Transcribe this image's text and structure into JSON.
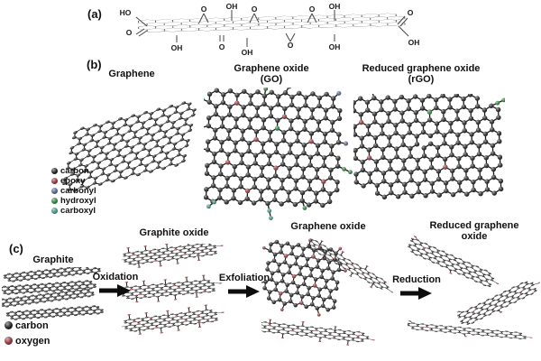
{
  "figure": {
    "background": "#ffffff",
    "panel_a": {
      "label": "(a)",
      "groups": {
        "left": [
          "HO",
          "O"
        ],
        "top": [
          "O",
          "OH",
          "O",
          "O",
          "OH"
        ],
        "bottom": [
          "OH",
          "O",
          "OH",
          "O",
          "OH"
        ],
        "right": [
          "O",
          "OH"
        ]
      }
    },
    "panel_b": {
      "label": "(b)",
      "columns": [
        {
          "title": "Graphene",
          "subtitle": ""
        },
        {
          "title": "Graphene oxide",
          "subtitle": "(GO)"
        },
        {
          "title": "Reduced graphene oxide",
          "subtitle": "(rGO)"
        }
      ],
      "legend": [
        {
          "label": "carbon",
          "color": "#1f1f1f"
        },
        {
          "label": "epoxy",
          "color": "#8e3338"
        },
        {
          "label": "carbonyl",
          "color": "#50608f"
        },
        {
          "label": "hydroxyl",
          "color": "#2e7d3a"
        },
        {
          "label": "carboxyl",
          "color": "#3d8f78"
        }
      ]
    },
    "panel_c": {
      "label": "(c)",
      "stages": [
        {
          "title": "Graphite",
          "title2": ""
        },
        {
          "title": "Graphite oxide",
          "title2": ""
        },
        {
          "title": "Graphene oxide",
          "title2": ""
        },
        {
          "title": "Reduced graphene",
          "title2": "oxide"
        }
      ],
      "processes": [
        {
          "label": "Oxidation"
        },
        {
          "label": "Exfoliation"
        },
        {
          "label": "Reduction"
        }
      ],
      "legend": [
        {
          "label": "carbon",
          "color": "#1f1f1f"
        },
        {
          "label": "oxygen",
          "color": "#8e3338"
        }
      ],
      "arrow_color": "#0d0d0d"
    }
  }
}
